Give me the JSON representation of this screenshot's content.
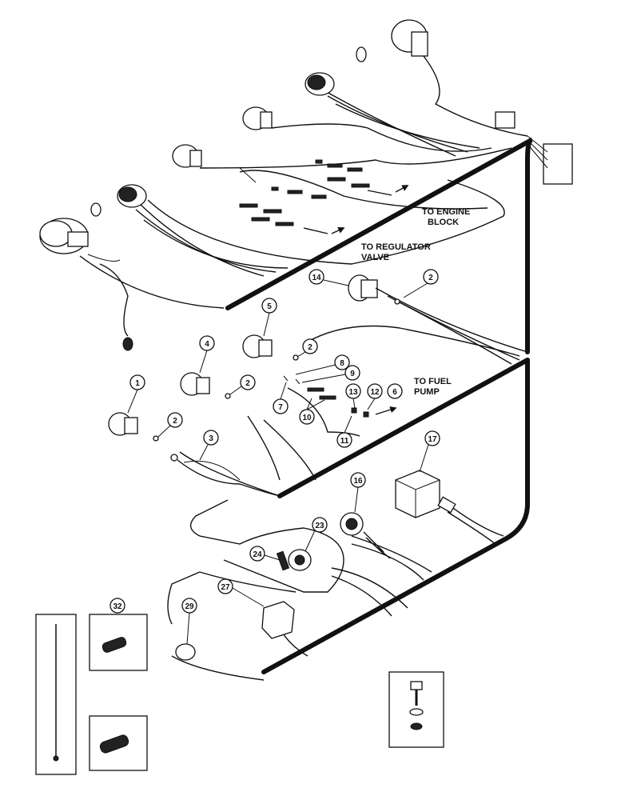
{
  "labels": {
    "to_engine_block_line1": "TO ENGINE",
    "to_engine_block_line2": "BLOCK",
    "to_regulator_valve_line1": "TO REGULATOR",
    "to_regulator_valve_line2": "VALVE",
    "to_fuel_pump_line1": "TO FUEL",
    "to_fuel_pump_line2": "PUMP"
  },
  "callouts": {
    "c1": "1",
    "c2a": "2",
    "c2b": "2",
    "c2c": "2",
    "c2d": "2",
    "c3": "3",
    "c4": "4",
    "c5": "5",
    "c6": "6",
    "c7": "7",
    "c8": "8",
    "c9": "9",
    "c10": "10",
    "c11": "11",
    "c12": "12",
    "c13": "13",
    "c14": "14",
    "c16": "16",
    "c17": "17",
    "c23": "23",
    "c24": "24",
    "c27": "27",
    "c29": "29",
    "c32": "32"
  }
}
